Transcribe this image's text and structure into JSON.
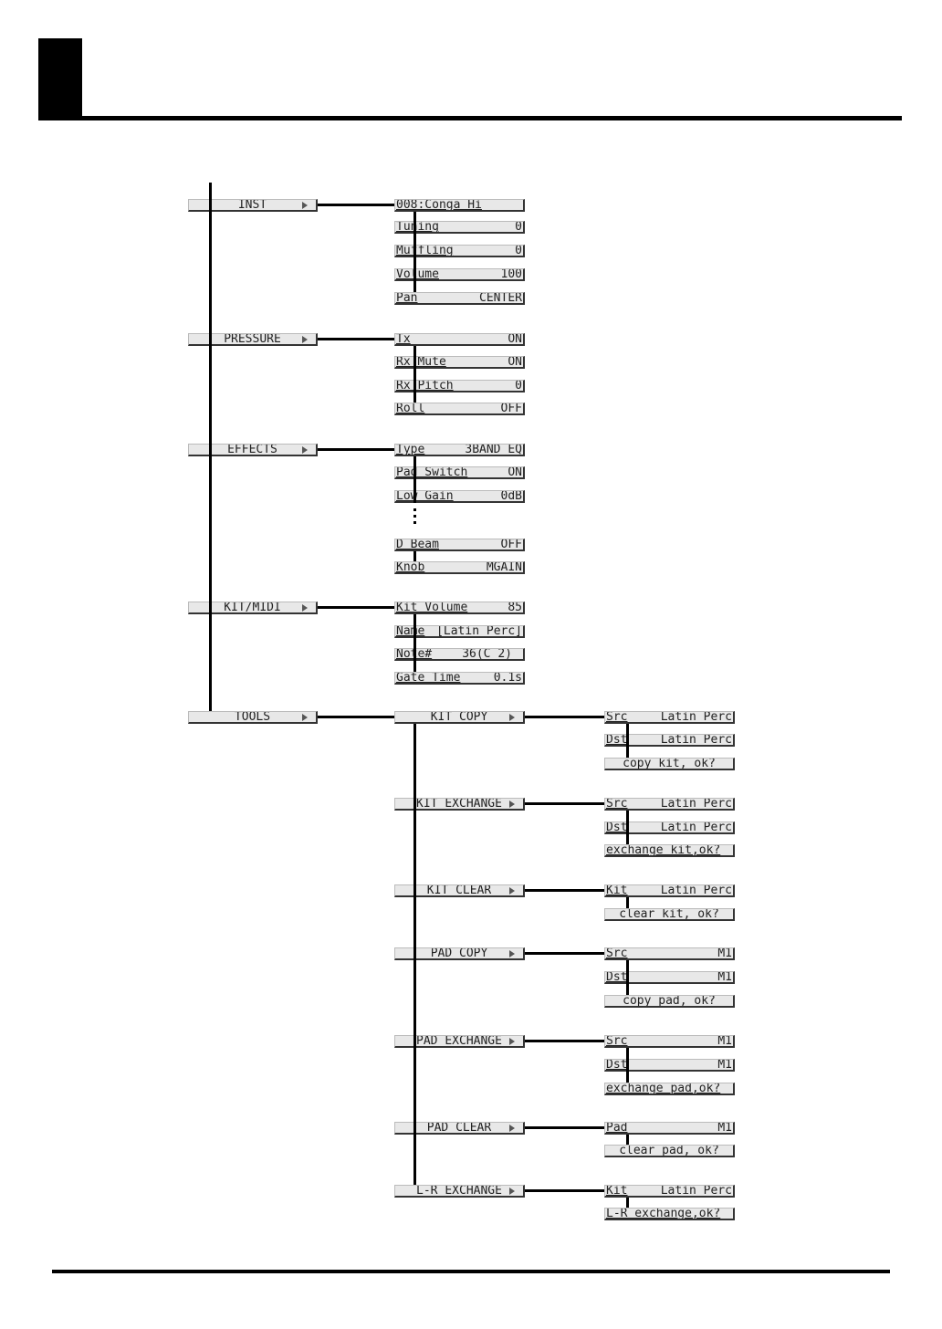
{
  "menus": [
    {
      "label": "INST",
      "items": [
        {
          "key": "008:Conga Hi",
          "value": ""
        },
        {
          "key": "Tuning",
          "value": "0"
        },
        {
          "key": "Muffling",
          "value": "0"
        },
        {
          "key": "Volume",
          "value": "100"
        },
        {
          "key": "Pan",
          "value": "CENTER"
        }
      ]
    },
    {
      "label": "PRESSURE",
      "items": [
        {
          "key": "Tx",
          "value": "ON"
        },
        {
          "key": "Rx Mute",
          "value": "ON"
        },
        {
          "key": "Rx Pitch",
          "value": "0"
        },
        {
          "key": "Roll",
          "value": "OFF"
        }
      ]
    },
    {
      "label": "EFFECTS",
      "items": [
        {
          "key": "Type",
          "value": "3BAND EQ"
        },
        {
          "key": "Pad Switch",
          "value": "ON"
        },
        {
          "key": "Low Gain",
          "value": "0dB"
        },
        {
          "key": "D Beam",
          "value": "OFF"
        },
        {
          "key": "Knob",
          "value": "MGAIN"
        }
      ]
    },
    {
      "label": "KIT/MIDI",
      "items": [
        {
          "key": "Kit Volume",
          "value": "85"
        },
        {
          "key": "Name",
          "value": "[Latin Perc]"
        },
        {
          "key": "Note#",
          "value": "36(C 2)"
        },
        {
          "key": "Gate Time",
          "value": "0.1s"
        }
      ]
    },
    {
      "label": "TOOLS"
    }
  ],
  "tools": [
    {
      "label": "KIT COPY",
      "items": [
        {
          "key": "Src",
          "value": "Latin Perc"
        },
        {
          "key": "Dst",
          "value": "Latin Perc"
        },
        {
          "prompt": "copy kit, ok?"
        }
      ]
    },
    {
      "label": "KIT EXCHANGE",
      "items": [
        {
          "key": "Src",
          "value": "Latin Perc"
        },
        {
          "key": "Dst",
          "value": "Latin Perc"
        },
        {
          "prompt": "exchange kit,ok?"
        }
      ]
    },
    {
      "label": "KIT CLEAR",
      "items": [
        {
          "key": "Kit",
          "value": "Latin Perc"
        },
        {
          "prompt": "clear kit, ok?"
        }
      ]
    },
    {
      "label": "PAD COPY",
      "items": [
        {
          "key": "Src",
          "value": "M1"
        },
        {
          "key": "Dst",
          "value": "M1"
        },
        {
          "prompt": "copy pad, ok?"
        }
      ]
    },
    {
      "label": "PAD EXCHANGE",
      "items": [
        {
          "key": "Src",
          "value": "M1"
        },
        {
          "key": "Dst",
          "value": "M1"
        },
        {
          "prompt": "exchange pad,ok?"
        }
      ]
    },
    {
      "label": "PAD CLEAR",
      "items": [
        {
          "key": "Pad",
          "value": "M1"
        },
        {
          "prompt": "clear pad, ok?"
        }
      ]
    },
    {
      "label": "L-R EXCHANGE",
      "items": [
        {
          "key": "Kit",
          "value": "Latin Perc"
        },
        {
          "prompt": "L-R exchange,ok?"
        }
      ]
    }
  ]
}
